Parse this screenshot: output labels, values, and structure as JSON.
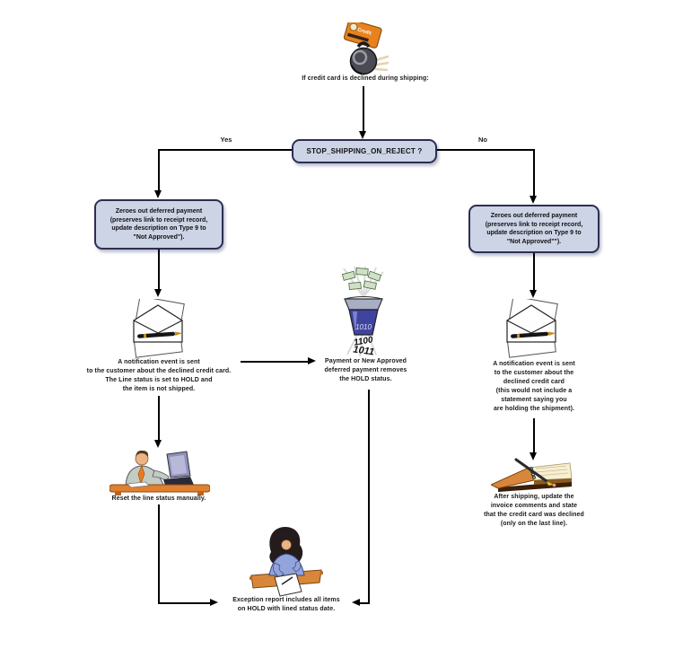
{
  "diagram": {
    "title_caption": "If credit card is declined during shipping:",
    "decision": {
      "label": "STOP_SHIPPING_ON_REJECT ?",
      "yes_label": "Yes",
      "no_label": "No"
    },
    "yes_branch": {
      "zero_payment_box": "Zeroes out deferred payment\n(preserves link to receipt record,\nupdate description on Type 9 to\n\"Not Approved\").",
      "notification_caption": "A notification event is sent\nto the customer about the declined credit card.\nThe Line status is set to HOLD and\nthe item is not shipped.",
      "reset_caption": "Reset the line status manually.",
      "exception_caption": "Exception report includes all items\non HOLD with lined status date."
    },
    "hold_release": {
      "caption": "Payment or New Approved\ndeferred payment removes\nthe HOLD status.",
      "binary_1": "1010",
      "binary_2": "1100",
      "binary_3": "1011"
    },
    "no_branch": {
      "zero_payment_box": "Zeroes out deferred payment\n(preserves link to receipt record,\nupdate description on Type 9 to\n\"Not Approved\"\").",
      "notification_caption": "A notification event is sent\nto the customer about the\ndeclined credit card\n(this would not include a\nstatement saying you\nare holding the shipment).",
      "after_shipping_caption": "After shipping, update the\ninvoice comments and state\nthat the credit card was declined\n(only on the last line)."
    },
    "icons": {
      "top": "declined-credit-card-icon",
      "card_label": "Credit",
      "yes_notification": "envelope-letter-icon",
      "hold_release": "payment-bin-icon",
      "reset": "man-at-computer-icon",
      "exception": "woman-writing-icon",
      "no_notification": "envelope-letter-icon",
      "after_shipping": "invoice-ledger-icon"
    },
    "colors": {
      "node_fill": "#ccd4e6",
      "node_border": "#2e2e52",
      "connector": "#000000",
      "background": "#ffffff"
    }
  }
}
